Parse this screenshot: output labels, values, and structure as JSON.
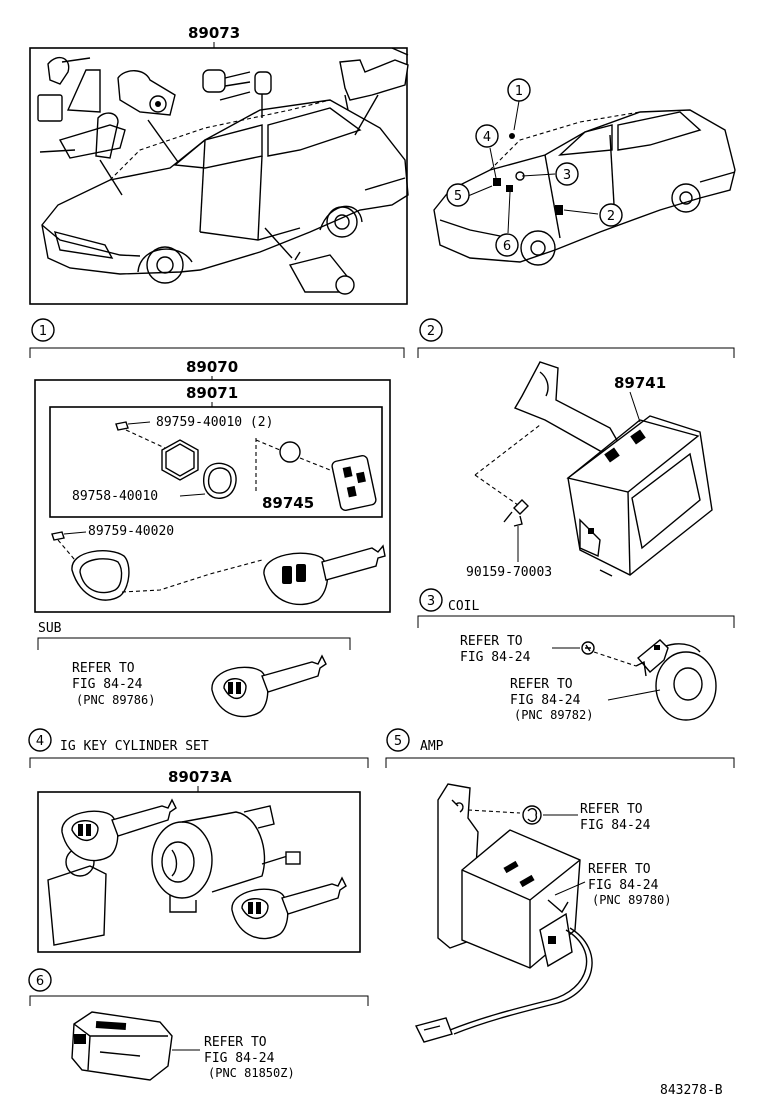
{
  "diagram_id": "843278-B",
  "top": {
    "part_number": "89073"
  },
  "overview": {
    "callouts": [
      "1",
      "2",
      "3",
      "4",
      "5",
      "6"
    ]
  },
  "section1": {
    "number": "1",
    "assembly": "89070",
    "sub_assembly": "89071",
    "parts": {
      "screw_a": "89759-40010 (2)",
      "gasket": "89758-40010",
      "transmitter": "89745",
      "screw_b": "89759-40020"
    },
    "sub_label": "SUB",
    "sub_refer": [
      "REFER TO",
      "FIG 84-24",
      "(PNC 89786)"
    ]
  },
  "section2": {
    "number": "2",
    "part_ecu": "89741",
    "part_screw": "90159-70003"
  },
  "section3": {
    "number": "3",
    "title": "COIL",
    "refer_a": [
      "REFER TO",
      "FIG 84-24"
    ],
    "refer_b": [
      "REFER TO",
      "FIG 84-24",
      "(PNC 89782)"
    ]
  },
  "section4": {
    "number": "4",
    "title": "IG KEY CYLINDER SET",
    "part_number": "89073A"
  },
  "section5": {
    "number": "5",
    "title": "AMP",
    "refer_a": [
      "REFER TO",
      "FIG 84-24"
    ],
    "refer_b": [
      "REFER TO",
      "FIG 84-24",
      "(PNC 89780)"
    ]
  },
  "section6": {
    "number": "6",
    "refer": [
      "REFER TO",
      "FIG 84-24",
      "(PNC 81850Z)"
    ]
  }
}
